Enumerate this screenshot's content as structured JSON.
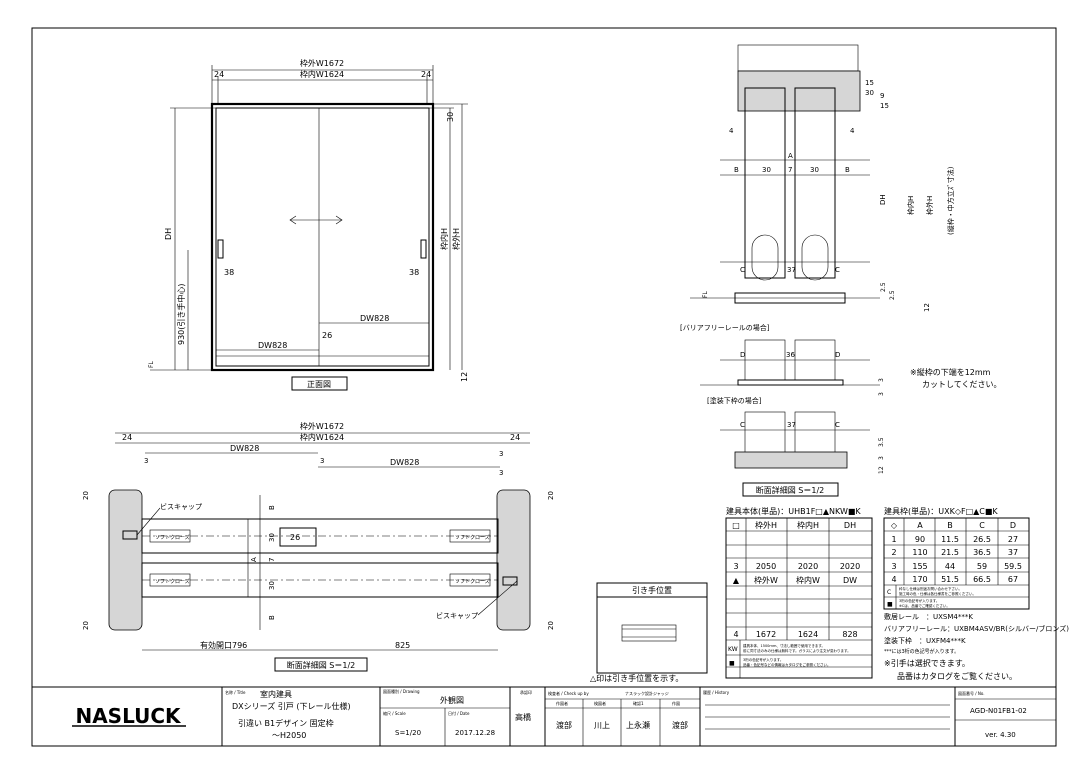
{
  "front_view": {
    "w_outer": "枠外W1672",
    "w_inner": "枠内W1624",
    "side24_l": "24",
    "side24_r": "24",
    "dh": "DH",
    "h_inner": "枠内H",
    "h_outer": "枠外H",
    "top30": "30",
    "handle_center": "930(引き手中心)",
    "d38_l": "38",
    "d38_r": "38",
    "dw_r": "DW828",
    "dw_l": "DW828",
    "d26": "26",
    "b12": "12",
    "fl": "FL",
    "caption": "正面図"
  },
  "plan_view": {
    "w_outer": "枠外W1672",
    "w_inner": "枠内W1624",
    "d24_l": "24",
    "d24_r": "24",
    "dw_l": "DW828",
    "dw_r": "DW828",
    "d3a": "3",
    "d3b": "3",
    "d3c": "3",
    "d3d": "3",
    "v20a": "20",
    "v20b": "20",
    "v20c": "20",
    "v20d": "20",
    "b1": "B",
    "b2": "B",
    "a": "A",
    "v30a": "30",
    "v30b": "30",
    "v7": "7",
    "d26": "26",
    "cap1": "ビスキャップ",
    "cap2": "ビスキャップ",
    "soft1": "ソフトクローズ",
    "soft2": "ソフトクローズ",
    "soft3": "ソフトクローズ",
    "soft4": "ソフトクローズ",
    "opening": "有効開口796",
    "d825": "825",
    "caption": "断面詳細図 S＝1/2"
  },
  "section": {
    "dim15": "15",
    "dim30": "30",
    "dim9": "9",
    "dim15b": "15",
    "dim4l": "4",
    "dim4r": "4",
    "a": "A",
    "b_l": "B",
    "b_r": "B",
    "d30l": "30",
    "d7": "7",
    "d30r": "30",
    "dh": "DH",
    "h_inner": "枠内H",
    "h_outer": "枠外H",
    "v_note": "(縦枠・中方立ｽﾞ寸法)",
    "c_l": "C",
    "d37": "37",
    "c_r": "C",
    "d25a": "2.5",
    "d25b": "2.5",
    "d12": "12",
    "fl": "FL",
    "barrier_title": "[バリアフリーレールの場合]",
    "bd_l": "D",
    "bd_m": "36",
    "bd_r": "D",
    "bd3a": "3",
    "bd3b": "3",
    "note1": "※縦枠の下端を12mm",
    "note2": "カットしてください。",
    "paint_title": "[塗装下枠の場合]",
    "pc_l": "C",
    "pc_m": "37",
    "pc_r": "C",
    "p35": "3.5",
    "p3": "3",
    "p12": "12",
    "caption": "断面詳細図 S＝1/2"
  },
  "handle_pos": {
    "title": "引き手位置",
    "note": "△印は引き手位置を示す。"
  },
  "table1": {
    "title": "建具本体(単品)：UHB1F□▲NKW■K",
    "h1": [
      "□",
      "枠外H",
      "枠内H",
      "DH"
    ],
    "r_3": [
      "3",
      "2050",
      "2020",
      "2020"
    ],
    "h2": [
      "▲",
      "枠外W",
      "枠内W",
      "DW"
    ],
    "r_4": [
      "4",
      "1672",
      "1624",
      "828"
    ],
    "kw": "KW",
    "kw_note1": "建具本体、1500ｍｍ、寸法し範囲で使用できます。",
    "kw_note2": "前に同寸法のみの仕様は無料です。ガラスにより注文が変わります。",
    "sq": "■",
    "sq_note1": "3桁の色記号が入ります。",
    "sq_note2": "品番・色記号などの情報はカタログをご参照ください。"
  },
  "table2": {
    "title": "建具枠(単品)：UXK◇F□▲C■K",
    "header": [
      "◇",
      "A",
      "B",
      "C",
      "D"
    ],
    "rows": [
      [
        "1",
        "90",
        "11.5",
        "26.5",
        "27"
      ],
      [
        "2",
        "110",
        "21.5",
        "36.5",
        "37"
      ],
      [
        "3",
        "155",
        "44",
        "59",
        "59.5"
      ],
      [
        "4",
        "170",
        "51.5",
        "66.5",
        "67"
      ]
    ],
    "c_label": "C",
    "c_note1": "枠なし仕様は別途お問い合わせ下さい。",
    "c_note2": "施工時の色・仕様は各仕様書をご参照ください。",
    "sq": "■",
    "sq_note1": "3桁の色記号が入ります。",
    "sq_note2": "※Cは、品番でご確認ください。"
  },
  "rails": {
    "l1": "敷居レール　：UXSM4***K",
    "l2": "バリアフリーレール：UXBM4ASV/BR(シルバー/ブロンズ)",
    "l3": "塗装下枠　：UXFM4***K",
    "l4": "***には3桁の色記号が入ります。",
    "l5": "※引手は選択できます。",
    "l6": "品番はカタログをご覧ください。"
  },
  "title_block": {
    "logo": "NASLUCK",
    "name_label": "名称 / Title",
    "name1": "室内建具",
    "name2": "DXシリーズ 引戸 (下レール仕様)",
    "name3": "引違い B1デザイン 固定枠",
    "name4": "～H2050",
    "drawing_label": "図面種別 / Drawing",
    "drawing": "外観図",
    "scale_label": "縮尺 / Scale",
    "scale": "S=1/20",
    "date_label": "日付 / Date",
    "date": "2017.12.28",
    "approved_label": "承認印",
    "approved": "高橋",
    "check_label": "検査者 / Check up by",
    "check_note": "ナスラック設計ジャッジ",
    "c1h": "作図者",
    "c2h": "検図者",
    "c3h": "確認1",
    "c4h": "作図",
    "c1": "渡部",
    "c2": "川上",
    "c3": "上永瀬",
    "c4": "渡部",
    "history_label": "履歴 / History",
    "number_label": "図面番号 / No.",
    "number": "AGD-N01FB1-02",
    "version": "ver. 4.30"
  }
}
